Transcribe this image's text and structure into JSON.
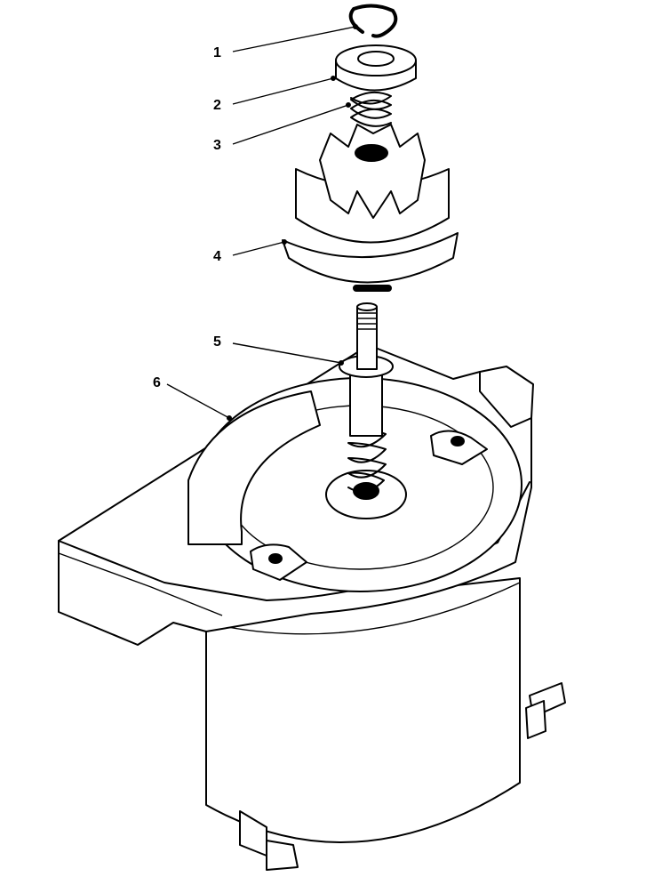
{
  "callouts": [
    {
      "number": "1",
      "part": "retaining-ring"
    },
    {
      "number": "2",
      "part": "spring-retainer"
    },
    {
      "number": "3",
      "part": "anti-drift-spring"
    },
    {
      "number": "4",
      "part": "pinion-gear"
    },
    {
      "number": "5",
      "part": "helix-sleeve-and-shaft"
    },
    {
      "number": "6",
      "part": "starter-motor-housing"
    }
  ],
  "colors": {
    "ink": "#000000",
    "paper": "#ffffff"
  }
}
